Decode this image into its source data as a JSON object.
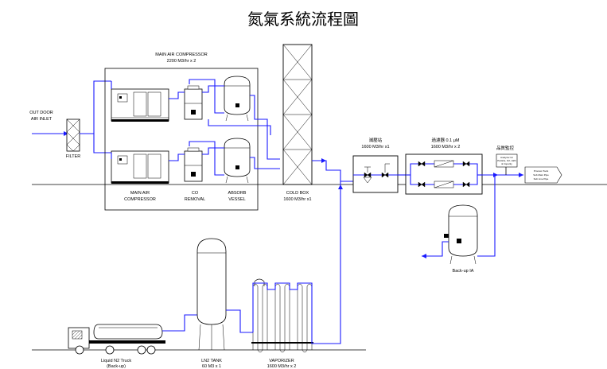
{
  "title": "氮氣系統流程圖",
  "labels": {
    "air_inlet": [
      "OUT DOOR",
      "AIR INLET"
    ],
    "filter": "FILTER",
    "main_compressor_header": [
      "MAIN AIR COMPRESSOR",
      "2200 M3/hr x 2"
    ],
    "main_compressor": [
      "MAIN AIR",
      "COMPRESSOR"
    ],
    "co_removal": [
      "CO",
      "REMOVAL"
    ],
    "absorb_vessel": [
      "ABSORB",
      "VESSEL"
    ],
    "cold_box": [
      "COLD BOX",
      "1600 M3/hr x1"
    ],
    "pressure_station": [
      "減壓站",
      "1600 M3/hr x1"
    ],
    "filter_unit": [
      "過濾器 0.1 μM",
      "1600 M3/hr x 2"
    ],
    "quality_monitor": "品質監控",
    "analyzer": [
      "Analyzer for",
      "Particle, O2, H2O",
      "& Impurity"
    ],
    "supply": [
      "Process Tools",
      "Sub Main Pipe",
      "Sub Line Pipe"
    ],
    "backup_ia": "Back-up IA",
    "ln2_truck": [
      "Liquid N2 Truck",
      "(Back-up)"
    ],
    "ln2_tank": [
      "LN2 TANK",
      "60 M3 x 1"
    ],
    "vaporizer": [
      "VAPORIZER",
      "1600 M3/hr x 2"
    ]
  },
  "colors": {
    "flow": "#1a1aff",
    "line": "#000000"
  }
}
